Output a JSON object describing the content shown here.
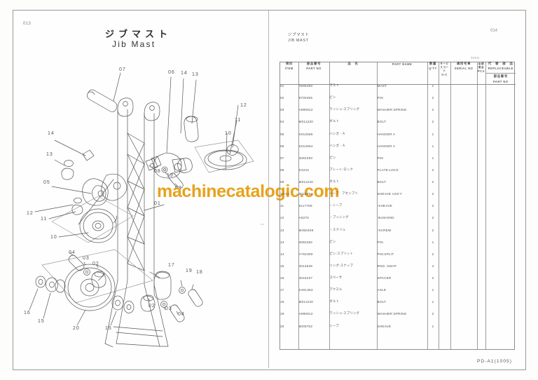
{
  "document": {
    "left_page_number": "013",
    "right_page_number": "014",
    "footer_code": "PD-A1(1005)",
    "group_code": "0003-",
    "watermark": "machinecatalogic.com"
  },
  "left_page": {
    "title_jp": "ジブマスト",
    "title_en": "Jib Mast"
  },
  "right_page": {
    "header_jp": "ジブマスト",
    "header_en": "JIB MAST"
  },
  "table": {
    "headers": [
      {
        "jp": "項目",
        "en": "ITEM"
      },
      {
        "jp": "部品番号",
        "en": "PART NO"
      },
      {
        "jp": "品　名",
        "en": ""
      },
      {
        "jp": "",
        "en": "PART NAME"
      },
      {
        "jp": "数量",
        "en": "Q'TY"
      },
      {
        "jp": "サービスコード",
        "en": "S-C"
      },
      {
        "jp": "適用号車",
        "en": "SERIAL NO"
      },
      {
        "jp": "全使用台",
        "en": "PCA"
      },
      {
        "jp": "代　替　部　品",
        "en": "REPLACEABLE",
        "sub_jp": "部品番号",
        "sub_en": "PART NO"
      }
    ],
    "rows": [
      {
        "item": "01",
        "part_no": "7806493",
        "name_jp": "マスト",
        "name_en": "MAST",
        "qty": "1"
      },
      {
        "item": "02",
        "part_no": "9700455",
        "name_jp": "ピン",
        "name_en": "PIN",
        "qty": "2"
      },
      {
        "item": "03",
        "part_no": "A990912",
        "name_jp": "ワッシャ:スプリング",
        "name_en": "WASHER:SPRING",
        "qty": "2"
      },
      {
        "item": "04",
        "part_no": "M011220",
        "name_jp": "ボルト",
        "name_en": "BOLT",
        "qty": "2"
      },
      {
        "item": "05",
        "part_no": "X012565",
        "name_jp": "ハンガ - A",
        "name_en": "HANGER A",
        "qty": "1"
      },
      {
        "item": "06",
        "part_no": "X012564",
        "name_jp": "ハンガ - A",
        "name_en": "HANGER A",
        "qty": "1"
      },
      {
        "item": "07",
        "part_no": "4082293",
        "name_jp": "ピン",
        "name_en": "PIN",
        "qty": "1"
      },
      {
        "item": "08",
        "part_no": "X4244",
        "name_jp": "プレート:ロック",
        "name_en": "PLATE:LOCK",
        "qty": "2"
      },
      {
        "item": "09",
        "part_no": "M011220",
        "name_jp": "ボルト",
        "name_en": "BOLT",
        "qty": "2"
      },
      {
        "item": "10-12",
        "part_no": "9025254",
        "name_jp": "シーブ　アセンブリ",
        "name_en": "SHEAVE ASS'Y",
        "qty": "2"
      },
      {
        "item": "11",
        "part_no": "6117769",
        "name_jp": "・シーブ",
        "name_en": "-SHEAVE",
        "qty": "2"
      },
      {
        "item": "12",
        "part_no": "A6270",
        "name_jp": "・ブッシング",
        "name_en": "-BUSHING",
        "qty": "2"
      },
      {
        "item": "13",
        "part_no": "M450408",
        "name_jp": "・スクリュ",
        "name_en": "-SCREW",
        "qty": "2"
      },
      {
        "item": "13",
        "part_no": "4082282",
        "name_jp": "ピン",
        "name_en": "PIN",
        "qty": "1"
      },
      {
        "item": "14",
        "part_no": "A761090",
        "name_jp": "ピン:スプリット",
        "name_en": "PIN:SPLIT",
        "qty": "2"
      },
      {
        "item": "15",
        "part_no": "4014636",
        "name_jp": "リング:スナップ",
        "name_en": "RNG.:SNAP",
        "qty": "4"
      },
      {
        "item": "16",
        "part_no": "4015237",
        "name_jp": "スペーサ",
        "name_en": "SPACER",
        "qty": "2"
      },
      {
        "item": "17",
        "part_no": "X401363",
        "name_jp": "アクスル",
        "name_en": "AXLE",
        "qty": "1"
      },
      {
        "item": "18",
        "part_no": "M011220",
        "name_jp": "ボルト",
        "name_en": "BOLT",
        "qty": "1"
      },
      {
        "item": "19",
        "part_no": "A990912",
        "name_jp": "ワッシャ:スプリング",
        "name_en": "WASHER:SPRING",
        "qty": "2"
      },
      {
        "item": "20",
        "part_no": "9000752",
        "name_jp": "シーブ",
        "name_en": "SHEAVE",
        "qty": "1"
      }
    ]
  },
  "diagram": {
    "callouts": [
      "07",
      "06",
      "14",
      "13",
      "12",
      "11",
      "10",
      "05",
      "08",
      "19",
      "09",
      "01",
      "04",
      "03",
      "02",
      "17",
      "18",
      "16",
      "15",
      "20"
    ]
  }
}
